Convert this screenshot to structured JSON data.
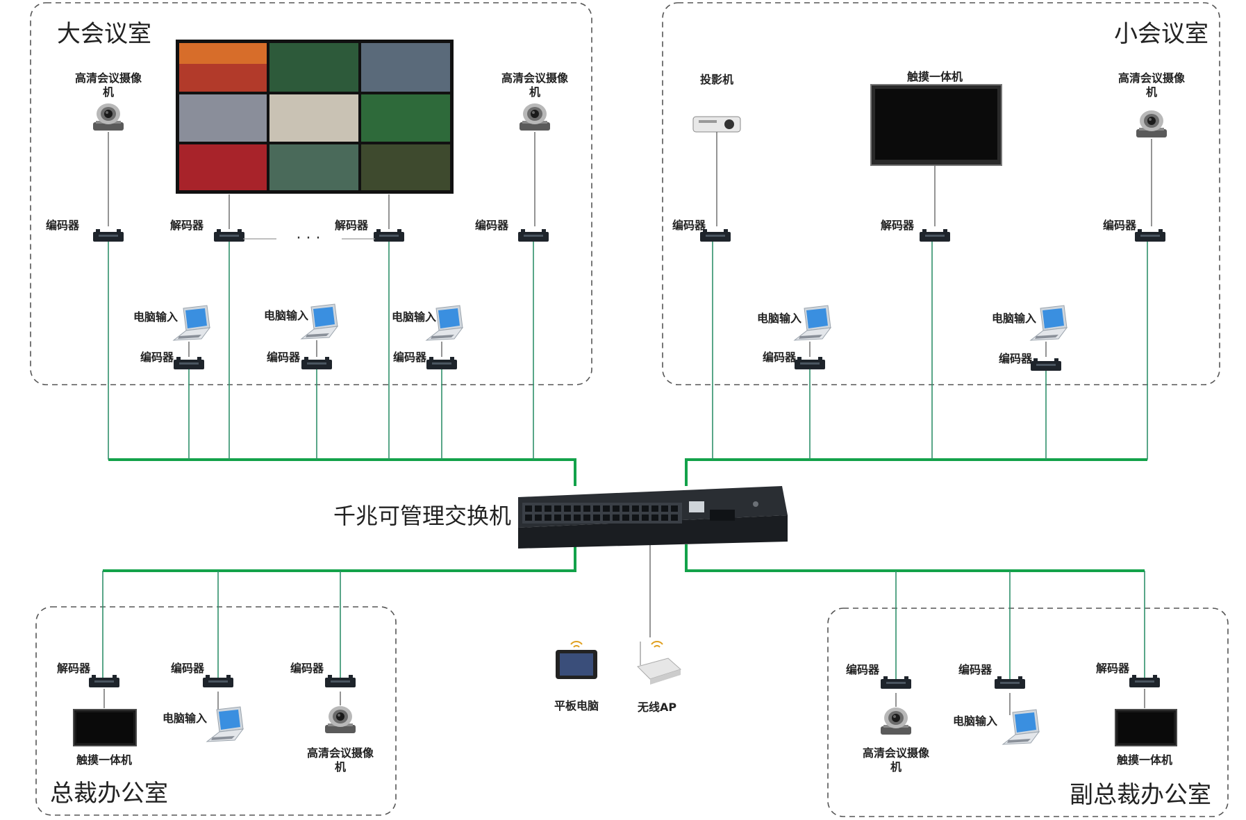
{
  "zones": {
    "large_room": "大会议室",
    "small_room": "小会议室",
    "president_office": "总裁办公室",
    "vp_office": "副总裁办公室"
  },
  "switch": {
    "title": "千兆可管理交换机"
  },
  "labels": {
    "hd_camera": "高清会议摄像机",
    "encoder": "编码器",
    "decoder": "解码器",
    "pc_input": "电脑输入",
    "projector": "投影机",
    "touch_panel": "触摸一体机",
    "tablet": "平板电脑",
    "wireless_ap": "无线AP",
    "ellipsis": "· · ·"
  },
  "colors": {
    "bus_green": "#13a24a",
    "drop_line": "#2f8f6a",
    "zone_border": "#555555",
    "screen": "#111111"
  },
  "icons": [
    "camera-icon",
    "encoder-icon",
    "decoder-icon",
    "laptop-icon",
    "projector-icon",
    "touch-panel-icon",
    "tablet-icon",
    "wireless-ap-icon",
    "switch-icon",
    "video-wall-icon"
  ]
}
